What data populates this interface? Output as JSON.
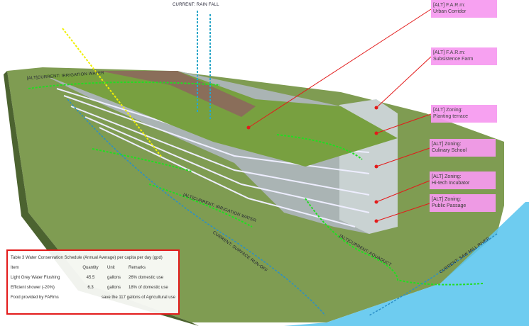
{
  "labels": {
    "urban_corridor": [
      "[ALT] F.A.R.m:",
      "Urban Corridor"
    ],
    "subsistence_farm": [
      "[ALT] F.A.R.m:",
      "Subsistence Farm"
    ],
    "planting_terrace": [
      "[ALT] Zoning:",
      "Planting terrace"
    ],
    "culinary_school": [
      "[ALT] Zoning:",
      "Culinary School"
    ],
    "hitech_incubator": [
      "[ALT] Zoning:",
      "Hi-tech Incubator"
    ],
    "public_passage": [
      "[ALT] Zoning:",
      "Public Passage"
    ]
  },
  "flows": {
    "rain_fall": "CURRENT: RAIN FALL",
    "irrigation_top": "[ALT]CURRENT: IRRIGATION WATER",
    "irrigation_mid": "[ALT]CURRENT: IRRIGATION WATER",
    "surface_runoff": "CURRENT: SURFACE RUN-OFF",
    "aquaduct": "[ALT]CURRENT: AQUADUCT",
    "saw_mill_river": "CURRENT: SAW MILL RIVER"
  },
  "table": {
    "title": "Table 3 Water Conservation Schedule (Annual Average) per capita per day (gpd)",
    "headers": [
      "Item",
      "Quantity",
      "Unit",
      "Remarks"
    ],
    "rows": [
      [
        "Light Grey Water Flushing",
        "45.5",
        "gallons",
        "26%  domestic use"
      ],
      [
        "Efficient shower (-20%)",
        "6.3",
        "gallons",
        "18% of domestic use"
      ],
      [
        "Food provided by FARms",
        "",
        "",
        "save the 117 gallons of Agricultural use"
      ]
    ]
  },
  "colors": {
    "label_bg": "#f79af0",
    "leader": "#e31b1b",
    "grass": "#7f9a4f",
    "river": "#5ec6ee",
    "irrigation": "#22dd22",
    "rain": "#2aa6c8",
    "sun": "#f0f000"
  }
}
